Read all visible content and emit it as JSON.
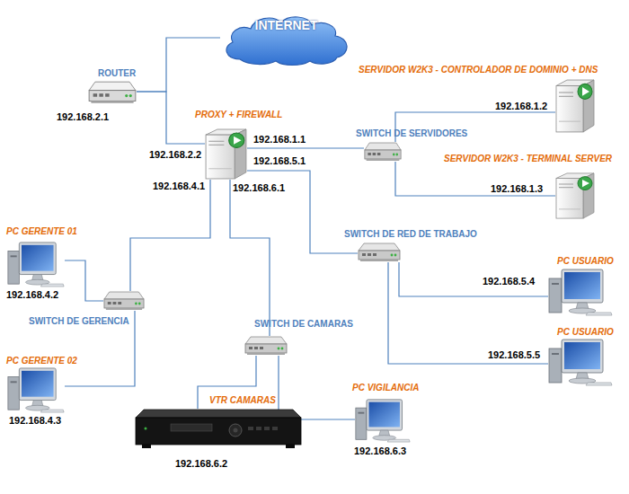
{
  "diagram": {
    "nodes": [
      {
        "text": [
          "INTERNET"
        ]
      },
      {
        "text": [
          "ROUTER",
          "192.168.2.1"
        ]
      },
      {
        "text": [
          "SERVIDOR W2K3 - CONTROLADOR DE DOMINIO + DNS",
          "192.168.1.2"
        ]
      },
      {
        "text": [
          "PROXY + FIREWALL",
          "192.168.2.2",
          "192.168.1.1",
          "192.168.5.1",
          "192.168.4.1",
          "192.168.6.1"
        ]
      },
      {
        "text": [
          "SWITCH DE SERVIDORES"
        ]
      },
      {
        "text": [
          "SERVIDOR W2K3 - TERMINAL SERVER",
          "192.168.1.3"
        ]
      },
      {
        "text": [
          "SWITCH DE RED DE TRABAJO"
        ]
      },
      {
        "text": [
          "PC GERENTE 01",
          "192.168.4.2"
        ]
      },
      {
        "text": [
          "PC USUARIO",
          "192.168.5.4"
        ]
      },
      {
        "text": [
          "SWITCH DE GERENCIA"
        ]
      },
      {
        "text": [
          "SWITCH DE CAMARAS"
        ]
      },
      {
        "text": [
          "PC USUARIO",
          "192.168.5.5"
        ]
      },
      {
        "text": [
          "PC GERENTE 02",
          "192.168.4.3"
        ]
      },
      {
        "text": [
          "VTR CAMARAS",
          "192.168.6.2"
        ]
      },
      {
        "text": [
          "PC VIGILANCIA",
          "192.168.6.3"
        ]
      }
    ],
    "edges": [
      {
        "from": 1,
        "to": 0,
        "arrow": "none"
      },
      {
        "from": 1,
        "to": 3,
        "arrow": "none"
      },
      {
        "from": 3,
        "to": 4,
        "arrow": "none"
      },
      {
        "from": 4,
        "to": 2,
        "arrow": "none"
      },
      {
        "from": 4,
        "to": 5,
        "arrow": "none"
      },
      {
        "from": 3,
        "to": 6,
        "arrow": "none"
      },
      {
        "from": 6,
        "to": 8,
        "arrow": "none"
      },
      {
        "from": 6,
        "to": 11,
        "arrow": "none"
      },
      {
        "from": 3,
        "to": 9,
        "arrow": "none"
      },
      {
        "from": 9,
        "to": 7,
        "arrow": "none"
      },
      {
        "from": 9,
        "to": 12,
        "arrow": "none"
      },
      {
        "from": 3,
        "to": 10,
        "arrow": "none"
      },
      {
        "from": 10,
        "to": 13,
        "arrow": "none"
      },
      {
        "from": 10,
        "to": 14,
        "arrow": "none"
      }
    ]
  }
}
